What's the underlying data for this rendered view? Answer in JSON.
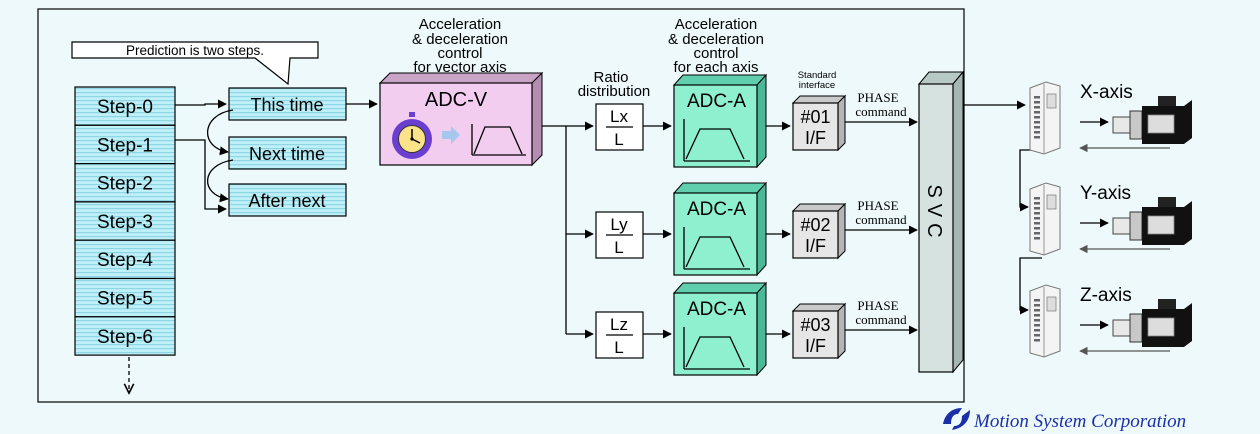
{
  "prediction_note": "Prediction is two steps.",
  "steps": [
    "Step-0",
    "Step-1",
    "Step-2",
    "Step-3",
    "Step-4",
    "Step-5",
    "Step-6"
  ],
  "timing": [
    "This time",
    "Next time",
    "After next"
  ],
  "adcv": {
    "heading": [
      "Acceleration",
      "& deceleration",
      "control",
      "for vector axis"
    ],
    "label": "ADC-V"
  },
  "ratio_heading": [
    "Ratio",
    "distribution"
  ],
  "adca_heading": [
    "Acceleration",
    "& deceleration",
    "control",
    "for each axis"
  ],
  "std_interface": [
    "Standard",
    "interface"
  ],
  "axes": [
    {
      "num": "Lx",
      "den": "L",
      "adc": "ADC-A",
      "if_top": "#01",
      "if_bot": "I/F",
      "cmd1": "PHASE",
      "cmd2": "command",
      "name": "X-axis"
    },
    {
      "num": "Ly",
      "den": "L",
      "adc": "ADC-A",
      "if_top": "#02",
      "if_bot": "I/F",
      "cmd1": "PHASE",
      "cmd2": "command",
      "name": "Y-axis"
    },
    {
      "num": "Lz",
      "den": "L",
      "adc": "ADC-A",
      "if_top": "#03",
      "if_bot": "I/F",
      "cmd1": "PHASE",
      "cmd2": "command",
      "name": "Z-axis"
    }
  ],
  "svc_label": "SVC",
  "company": "Motion System Corporation",
  "colors": {
    "step_fill": "#bff0f8",
    "step_stripe": "#9ddde9",
    "adcv_fill": "#f2cdf0",
    "adca_fill": "#8ef0cf",
    "iface_fill": "#e6e6e6",
    "svc_fill": "#d6e2e0",
    "background": "#eef9fb",
    "company_blue": "#1a2fa8"
  }
}
